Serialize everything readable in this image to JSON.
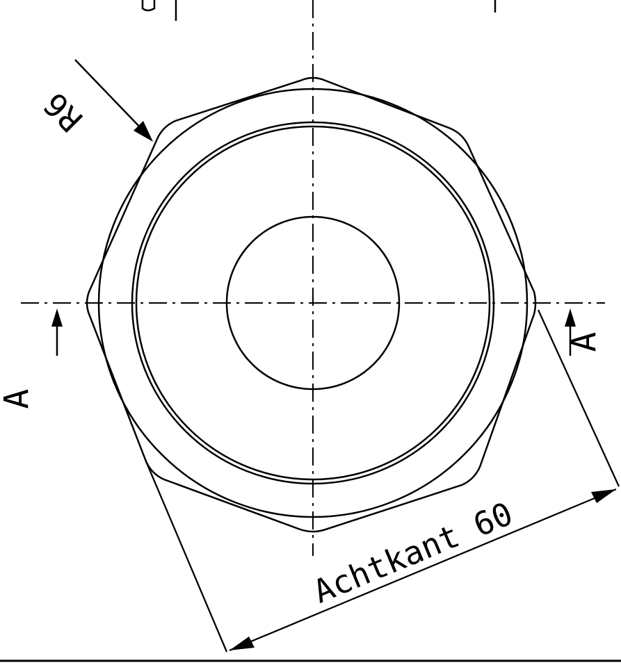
{
  "drawing": {
    "radius_label": "R6",
    "section_label_left": "A",
    "section_label_right": "A",
    "dimension_label": "Achtkant 60",
    "line_color": "#000000",
    "background_color": "#ffffff"
  }
}
